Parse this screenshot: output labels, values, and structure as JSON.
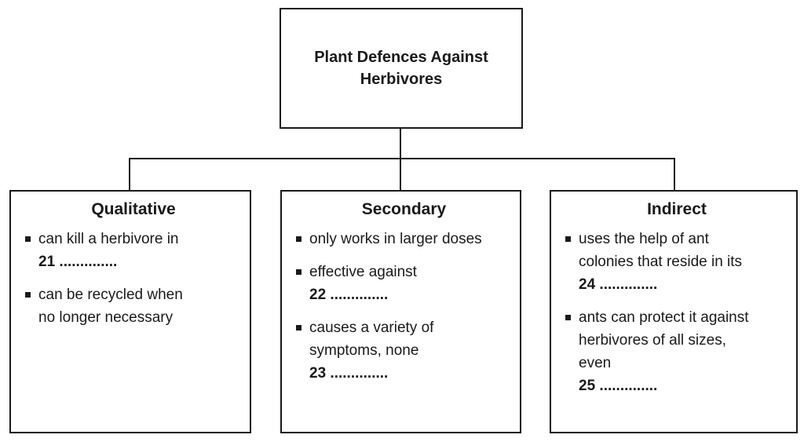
{
  "colors": {
    "ink": "#1a1a1a",
    "background": "#ffffff"
  },
  "root": {
    "title": "Plant Defences Against Herbivores"
  },
  "boxes": [
    {
      "title": "Qualitative",
      "bullets": [
        {
          "lines": [
            "can kill a herbivore in",
            {
              "number": "21",
              "dots": ".............."
            }
          ]
        },
        {
          "lines": [
            "can be recycled when",
            "no longer necessary"
          ]
        }
      ]
    },
    {
      "title": "Secondary",
      "bullets": [
        {
          "lines": [
            "only works in larger doses"
          ]
        },
        {
          "lines": [
            "effective against",
            {
              "number": "22",
              "dots": ".............."
            }
          ]
        },
        {
          "lines": [
            "causes a variety of",
            "symptoms, none",
            {
              "number": "23",
              "dots": ".............."
            }
          ]
        }
      ]
    },
    {
      "title": "Indirect",
      "bullets": [
        {
          "lines": [
            "uses the help of ant",
            "colonies that reside in its",
            {
              "number": "24",
              "dots": ".............."
            }
          ]
        },
        {
          "lines": [
            "ants can protect it against",
            "herbivores of all sizes,",
            "even",
            {
              "number": "25",
              "dots": ".............."
            }
          ]
        }
      ]
    }
  ]
}
